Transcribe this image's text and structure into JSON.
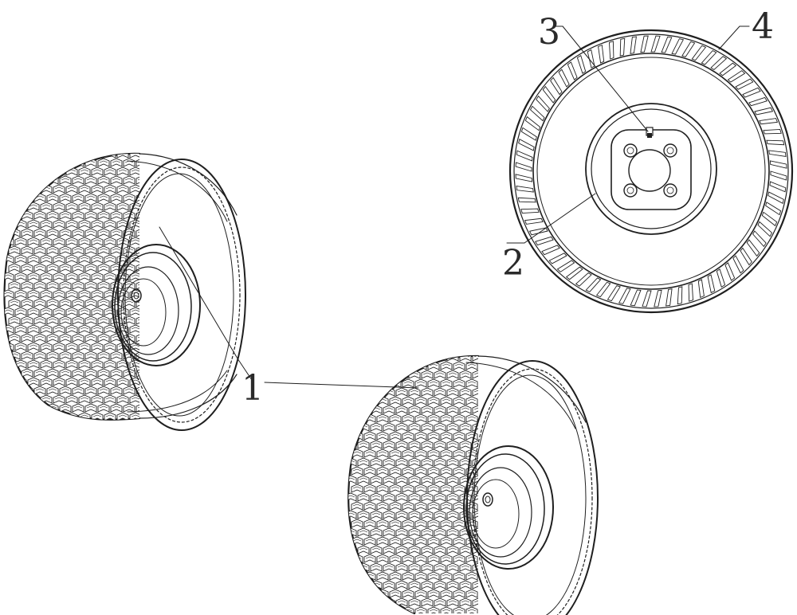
{
  "callouts": [
    {
      "number": "1",
      "part": "tire"
    },
    {
      "number": "2",
      "part": "rim"
    },
    {
      "number": "3",
      "part": "valve-stem"
    },
    {
      "number": "4",
      "part": "tire"
    }
  ],
  "colors": {
    "ink": "#1f1f1f",
    "text": "#2a2a2a",
    "background": "#ffffff"
  }
}
